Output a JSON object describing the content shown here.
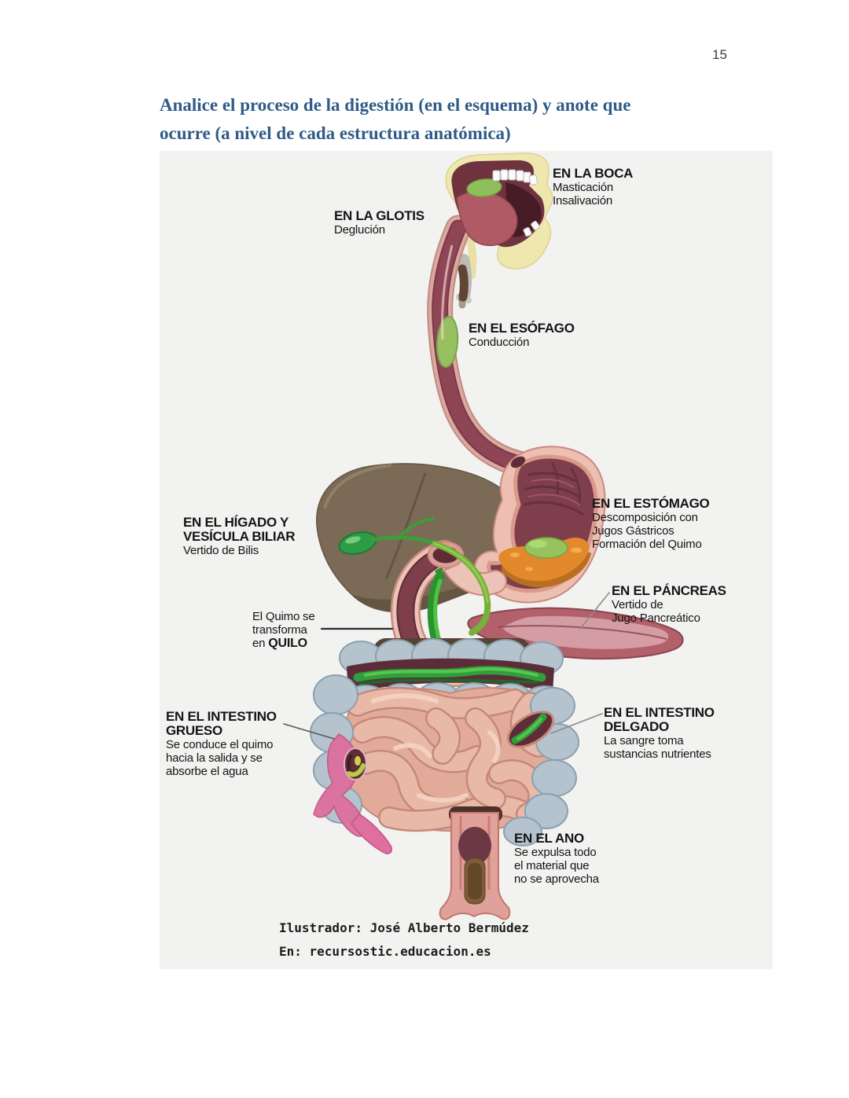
{
  "page_number": "15",
  "heading": {
    "line1": "Analice el proceso de la digestión (en el esquema) y anote que",
    "line2": "ocurre (a nivel de cada estructura anatómica)"
  },
  "figure": {
    "labels": {
      "boca": {
        "title": "EN LA BOCA",
        "line1": "Masticación",
        "line2": "Insalivación"
      },
      "glotis": {
        "title": "EN LA GLOTIS",
        "line1": "Deglución"
      },
      "esofago": {
        "title": "EN EL ESÓFAGO",
        "line1": "Conducción"
      },
      "estomago": {
        "title": "EN EL ESTÓMAGO",
        "line1": "Descomposición con",
        "line2": "Jugos Gástricos",
        "line3": "Formación del Quimo"
      },
      "higado": {
        "title1": "EN EL HÍGADO Y",
        "title2": "VESÍCULA BILIAR",
        "line1": "Vertido de Bilis"
      },
      "pancreas": {
        "title": "EN EL PÁNCREAS",
        "line1": "Vertido de",
        "line2": "Jugo Pancreático"
      },
      "quimo": {
        "line1": "El Quimo se",
        "line2": "transforma",
        "line3_prefix": "en ",
        "line3_bold": "QUILO"
      },
      "grueso": {
        "title1": "EN EL INTESTINO",
        "title2": "GRUESO",
        "line1": "Se conduce el quimo",
        "line2": "hacia la salida y se",
        "line3": "absorbe el agua"
      },
      "delgado": {
        "title1": "EN EL INTESTINO",
        "title2": "DELGADO",
        "line1": "La sangre toma",
        "line2": "sustancias nutrientes"
      },
      "ano": {
        "title": "EN EL ANO",
        "line1": "Se expulsa todo",
        "line2": "el material que",
        "line3": "no se aprovecha"
      }
    },
    "credit": {
      "line1": "Ilustrador: José Alberto Bermúdez",
      "line2": "En: recursostic.educacion.es"
    }
  },
  "colors": {
    "heading_blue": "#2f5b88",
    "figure_background": "#f2f2f1",
    "label_text": "#141414"
  }
}
